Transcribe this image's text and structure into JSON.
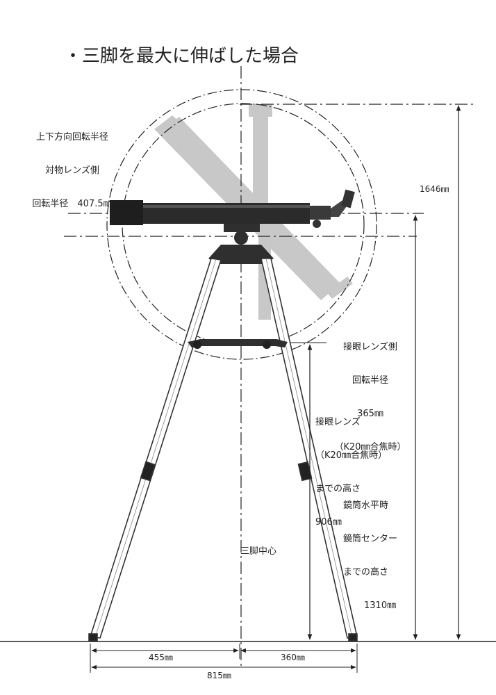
{
  "title": "・三脚を最大に伸ばした場合",
  "labels": {
    "obj_radius": [
      "上下方向回転半径",
      "対物レンズ側",
      "回転半径　407.5㎜"
    ],
    "eye_radius": [
      "接眼レンズ側",
      "回転半径",
      "365㎜",
      "（K20㎜合焦時）"
    ],
    "eye_height": [
      "接眼レンズ",
      "（K20㎜合焦時）",
      "までの高さ",
      "906㎜"
    ],
    "tube_height": [
      "鏡筒水平時",
      "鏡筒センター",
      "までの高さ",
      "1310㎜"
    ],
    "max_height": "1646㎜",
    "tripod_center": "三脚中心",
    "left_span": "455㎜",
    "right_span": "360㎜",
    "total_span": "815㎜"
  },
  "colors": {
    "line": "#222222",
    "tube": "#2b2b2b",
    "ghost": "#c8c8c8",
    "leg_outline": "#333333"
  }
}
